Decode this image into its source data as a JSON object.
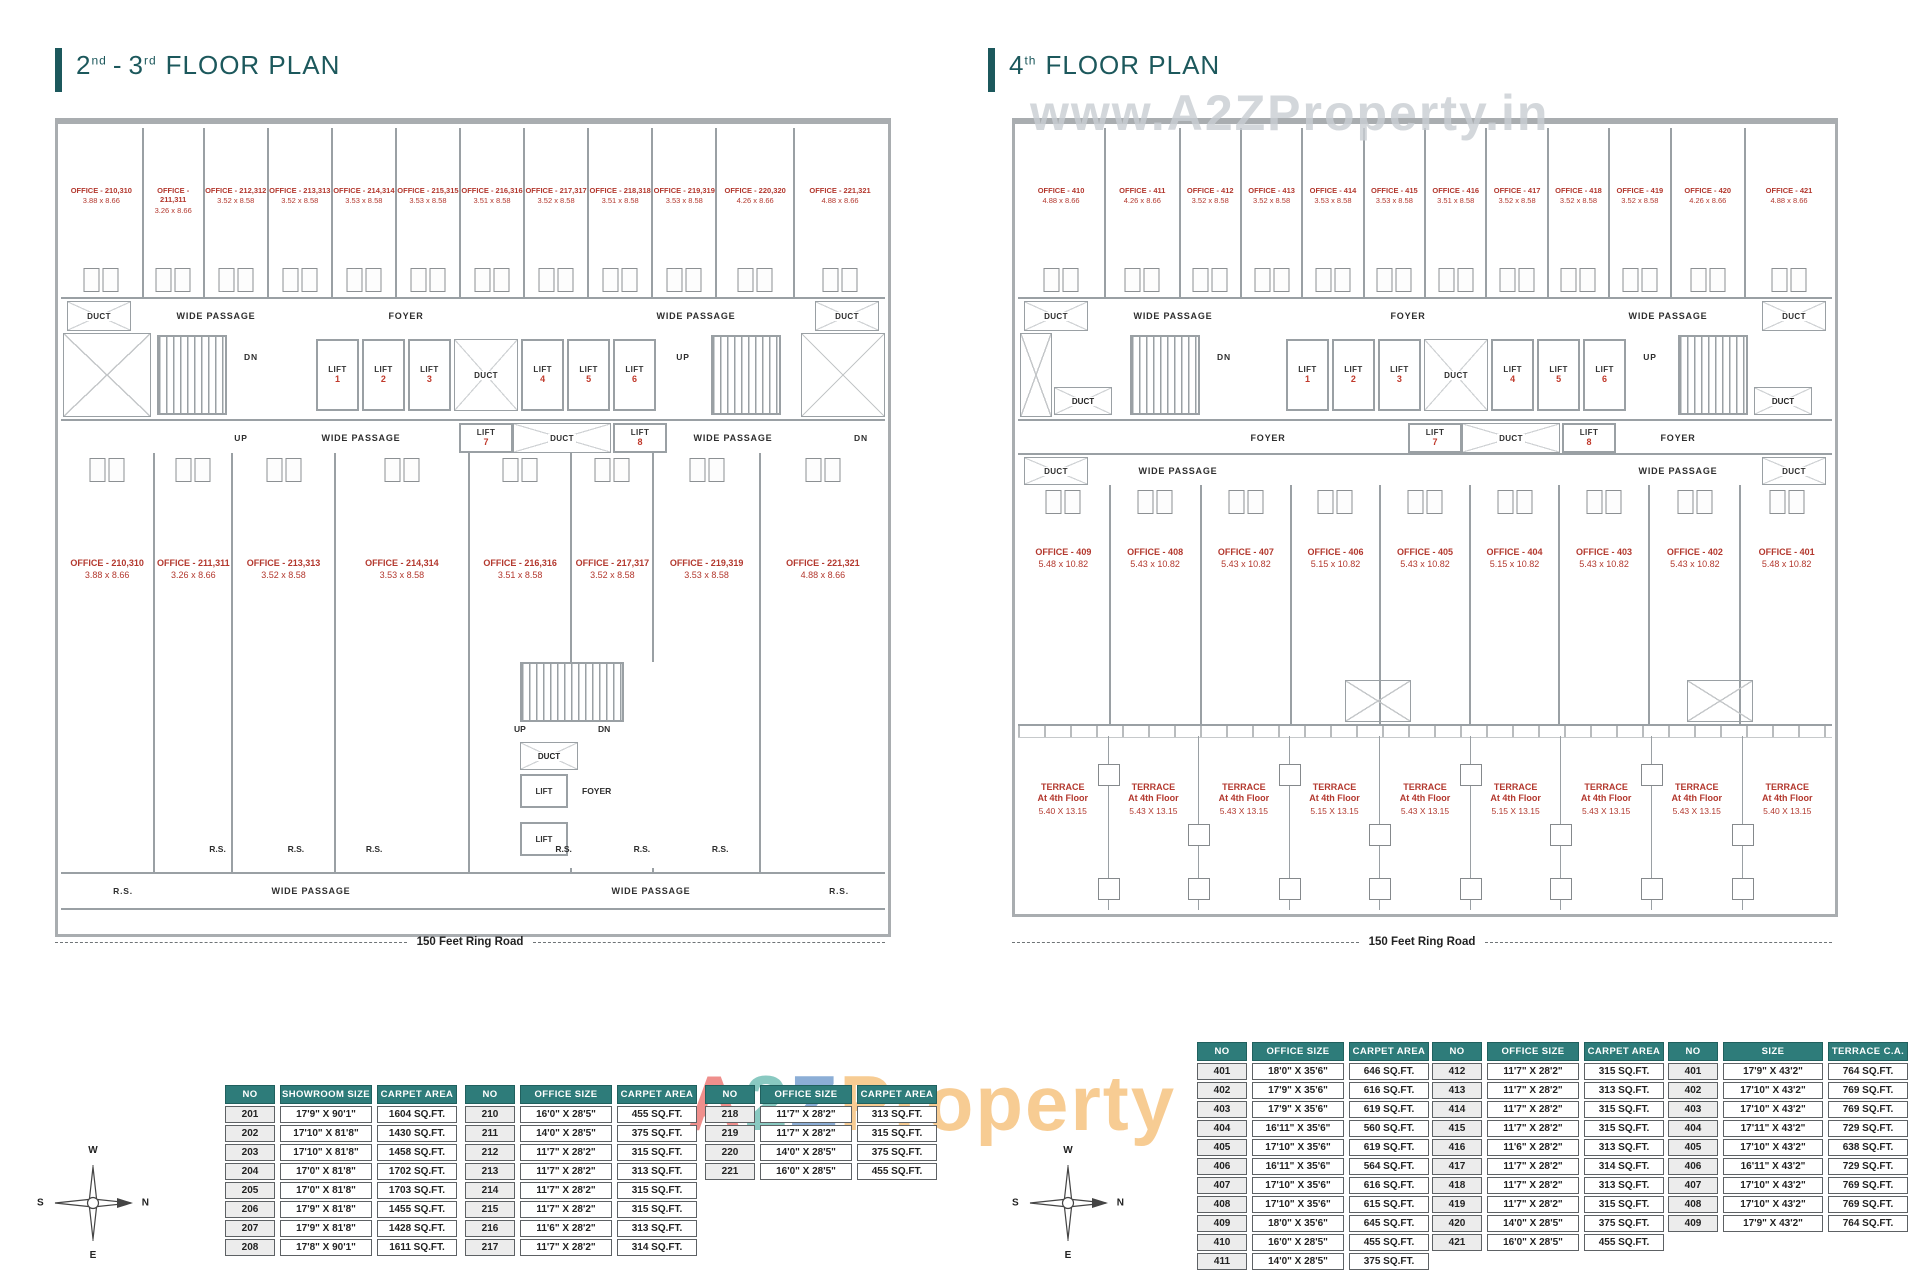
{
  "left_title": {
    "n1": "2",
    "s1": "nd",
    "dash": "-",
    "n2": "3",
    "s2": "rd",
    "rest": "FLOOR PLAN"
  },
  "right_title": {
    "n1": "4",
    "s1": "th",
    "rest": "FLOOR PLAN"
  },
  "labels": {
    "duct": "DUCT",
    "wide_passage": "WIDE PASSAGE",
    "foyer": "FOYER",
    "lift": "LIFT",
    "up": "UP",
    "dn": "DN",
    "rs": "R.S.",
    "road": "150 Feet Ring Road"
  },
  "lift_numbers": [
    "1",
    "2",
    "3",
    "4",
    "5",
    "6"
  ],
  "lift78": [
    "7",
    "8"
  ],
  "compass": {
    "n": "N",
    "s": "S",
    "e": "E",
    "w": "W"
  },
  "watermark_top": "www.A2ZProperty.in",
  "watermark_bottom": {
    "a": "A",
    "two": "2",
    "z": "Z",
    "rest": "Property"
  },
  "left_plan": {
    "top_offices": [
      {
        "name": "OFFICE - 210,310",
        "dim": "3.88 x 8.66"
      },
      {
        "name": "OFFICE - 211,311",
        "dim": "3.26 x 8.66"
      },
      {
        "name": "OFFICE - 212,312",
        "dim": "3.52 x 8.58"
      },
      {
        "name": "OFFICE - 213,313",
        "dim": "3.52 x 8.58"
      },
      {
        "name": "OFFICE - 214,314",
        "dim": "3.53 x 8.58"
      },
      {
        "name": "OFFICE - 215,315",
        "dim": "3.53 x 8.58"
      },
      {
        "name": "OFFICE - 216,316",
        "dim": "3.51 x 8.58"
      },
      {
        "name": "OFFICE - 217,317",
        "dim": "3.52 x 8.58"
      },
      {
        "name": "OFFICE - 218,318",
        "dim": "3.51 x 8.58"
      },
      {
        "name": "OFFICE - 219,319",
        "dim": "3.53 x 8.58"
      },
      {
        "name": "OFFICE - 220,320",
        "dim": "4.26 x 8.66"
      },
      {
        "name": "OFFICE - 221,321",
        "dim": "4.88 x 8.66"
      }
    ],
    "bottom_offices": [
      {
        "name": "OFFICE - 210,310",
        "dim": "3.88 x 8.66"
      },
      {
        "name": "OFFICE - 211,311",
        "dim": "3.26 x 8.66"
      },
      {
        "name": "OFFICE - 213,313",
        "dim": "3.52 x 8.58"
      },
      {
        "name": "OFFICE - 214,314",
        "dim": "3.53 x 8.58"
      },
      {
        "name": "OFFICE - 216,316",
        "dim": "3.51 x 8.58"
      },
      {
        "name": "OFFICE - 217,317",
        "dim": "3.52 x 8.58"
      },
      {
        "name": "OFFICE - 219,319",
        "dim": "3.53 x 8.58"
      },
      {
        "name": "OFFICE - 221,321",
        "dim": "4.88 x 8.66"
      }
    ]
  },
  "right_plan": {
    "top_offices": [
      {
        "name": "OFFICE - 410",
        "dim": "4.88 x 8.66"
      },
      {
        "name": "OFFICE - 411",
        "dim": "4.26 x 8.66"
      },
      {
        "name": "OFFICE - 412",
        "dim": "3.52 x 8.58"
      },
      {
        "name": "OFFICE - 413",
        "dim": "3.52 x 8.58"
      },
      {
        "name": "OFFICE - 414",
        "dim": "3.53 x 8.58"
      },
      {
        "name": "OFFICE - 415",
        "dim": "3.53 x 8.58"
      },
      {
        "name": "OFFICE - 416",
        "dim": "3.51 x 8.58"
      },
      {
        "name": "OFFICE - 417",
        "dim": "3.52 x 8.58"
      },
      {
        "name": "OFFICE - 418",
        "dim": "3.52 x 8.58"
      },
      {
        "name": "OFFICE - 419",
        "dim": "3.52 x 8.58"
      },
      {
        "name": "OFFICE - 420",
        "dim": "4.26 x 8.66"
      },
      {
        "name": "OFFICE - 421",
        "dim": "4.88 x 8.66"
      }
    ],
    "bottom_offices": [
      {
        "name": "OFFICE - 409",
        "dim": "5.48 x 10.82"
      },
      {
        "name": "OFFICE - 408",
        "dim": "5.43 x 10.82"
      },
      {
        "name": "OFFICE - 407",
        "dim": "5.43 x 10.82"
      },
      {
        "name": "OFFICE - 406",
        "dim": "5.15 x 10.82"
      },
      {
        "name": "OFFICE - 405",
        "dim": "5.43 x 10.82"
      },
      {
        "name": "OFFICE - 404",
        "dim": "5.15 x 10.82"
      },
      {
        "name": "OFFICE - 403",
        "dim": "5.43 x 10.82"
      },
      {
        "name": "OFFICE - 402",
        "dim": "5.43 x 10.82"
      },
      {
        "name": "OFFICE - 401",
        "dim": "5.48 x 10.82"
      }
    ],
    "terraces": [
      {
        "t": "TERRACE",
        "f": "At 4th Floor",
        "d": "5.40 X 13.15"
      },
      {
        "t": "TERRACE",
        "f": "At 4th Floor",
        "d": "5.43 X 13.15"
      },
      {
        "t": "TERRACE",
        "f": "At 4th Floor",
        "d": "5.43 X 13.15"
      },
      {
        "t": "TERRACE",
        "f": "At 4th Floor",
        "d": "5.15 X 13.15"
      },
      {
        "t": "TERRACE",
        "f": "At 4th Floor",
        "d": "5.43 X 13.15"
      },
      {
        "t": "TERRACE",
        "f": "At 4th Floor",
        "d": "5.15 X 13.15"
      },
      {
        "t": "TERRACE",
        "f": "At 4th Floor",
        "d": "5.43 X 13.15"
      },
      {
        "t": "TERRACE",
        "f": "At 4th Floor",
        "d": "5.43 X 13.15"
      },
      {
        "t": "TERRACE",
        "f": "At 4th Floor",
        "d": "5.40 X 13.15"
      }
    ]
  },
  "tables": [
    {
      "headers": [
        "NO",
        "SHOWROOM SIZE",
        "CARPET AREA"
      ],
      "rows": [
        [
          "201",
          "17'9\" X 90'1\"",
          "1604 SQ.FT."
        ],
        [
          "202",
          "17'10\" X 81'8\"",
          "1430 SQ.FT."
        ],
        [
          "203",
          "17'10\" X 81'8\"",
          "1458 SQ.FT."
        ],
        [
          "204",
          "17'0\" X 81'8\"",
          "1702 SQ.FT."
        ],
        [
          "205",
          "17'0\" X 81'8\"",
          "1703 SQ.FT."
        ],
        [
          "206",
          "17'9\" X 81'8\"",
          "1455 SQ.FT."
        ],
        [
          "207",
          "17'9\" X 81'8\"",
          "1428 SQ.FT."
        ],
        [
          "208",
          "17'8\" X 90'1\"",
          "1611 SQ.FT."
        ]
      ]
    },
    {
      "headers": [
        "NO",
        "OFFICE SIZE",
        "CARPET AREA"
      ],
      "rows": [
        [
          "210",
          "16'0\" X 28'5\"",
          "455 SQ.FT."
        ],
        [
          "211",
          "14'0\" X 28'5\"",
          "375 SQ.FT."
        ],
        [
          "212",
          "11'7\" X 28'2\"",
          "315 SQ.FT."
        ],
        [
          "213",
          "11'7\" X 28'2\"",
          "313 SQ.FT."
        ],
        [
          "214",
          "11'7\" X 28'2\"",
          "315 SQ.FT."
        ],
        [
          "215",
          "11'7\" X 28'2\"",
          "315 SQ.FT."
        ],
        [
          "216",
          "11'6\" X 28'2\"",
          "313 SQ.FT."
        ],
        [
          "217",
          "11'7\" X 28'2\"",
          "314 SQ.FT."
        ]
      ]
    },
    {
      "headers": [
        "NO",
        "OFFICE SIZE",
        "CARPET AREA"
      ],
      "rows": [
        [
          "218",
          "11'7\" X 28'2\"",
          "313 SQ.FT."
        ],
        [
          "219",
          "11'7\" X 28'2\"",
          "315 SQ.FT."
        ],
        [
          "220",
          "14'0\" X 28'5\"",
          "375 SQ.FT."
        ],
        [
          "221",
          "16'0\" X 28'5\"",
          "455 SQ.FT."
        ]
      ]
    },
    {
      "headers": [
        "NO",
        "OFFICE SIZE",
        "CARPET AREA"
      ],
      "rows": [
        [
          "401",
          "18'0\" X 35'6\"",
          "646 SQ.FT."
        ],
        [
          "402",
          "17'9\" X 35'6\"",
          "616 SQ.FT."
        ],
        [
          "403",
          "17'9\" X 35'6\"",
          "619 SQ.FT."
        ],
        [
          "404",
          "16'11\" X 35'6\"",
          "560 SQ.FT."
        ],
        [
          "405",
          "17'10\" X 35'6\"",
          "619 SQ.FT."
        ],
        [
          "406",
          "16'11\" X 35'6\"",
          "564 SQ.FT."
        ],
        [
          "407",
          "17'10\" X 35'6\"",
          "616 SQ.FT."
        ],
        [
          "408",
          "17'10\" X 35'6\"",
          "615 SQ.FT."
        ],
        [
          "409",
          "18'0\" X 35'6\"",
          "645 SQ.FT."
        ],
        [
          "410",
          "16'0\" X 28'5\"",
          "455 SQ.FT."
        ],
        [
          "411",
          "14'0\" X 28'5\"",
          "375 SQ.FT."
        ]
      ]
    },
    {
      "headers": [
        "NO",
        "OFFICE SIZE",
        "CARPET AREA"
      ],
      "rows": [
        [
          "412",
          "11'7\" X 28'2\"",
          "315 SQ.FT."
        ],
        [
          "413",
          "11'7\" X 28'2\"",
          "313 SQ.FT."
        ],
        [
          "414",
          "11'7\" X 28'2\"",
          "315 SQ.FT."
        ],
        [
          "415",
          "11'7\" X 28'2\"",
          "315 SQ.FT."
        ],
        [
          "416",
          "11'6\" X 28'2\"",
          "313 SQ.FT."
        ],
        [
          "417",
          "11'7\" X 28'2\"",
          "314 SQ.FT."
        ],
        [
          "418",
          "11'7\" X 28'2\"",
          "313 SQ.FT."
        ],
        [
          "419",
          "11'7\" X 28'2\"",
          "315 SQ.FT."
        ],
        [
          "420",
          "14'0\" X 28'5\"",
          "375 SQ.FT."
        ],
        [
          "421",
          "16'0\" X 28'5\"",
          "455 SQ.FT."
        ]
      ]
    },
    {
      "headers": [
        "NO",
        "SIZE",
        "TERRACE C.A."
      ],
      "rows": [
        [
          "401",
          "17'9\" X 43'2\"",
          "764 SQ.FT."
        ],
        [
          "402",
          "17'10\" X 43'2\"",
          "769 SQ.FT."
        ],
        [
          "403",
          "17'10\" X 43'2\"",
          "769 SQ.FT."
        ],
        [
          "404",
          "17'11\" X 43'2\"",
          "729 SQ.FT."
        ],
        [
          "405",
          "17'10\" X 43'2\"",
          "638 SQ.FT."
        ],
        [
          "406",
          "16'11\" X 43'2\"",
          "729 SQ.FT."
        ],
        [
          "407",
          "17'10\" X 43'2\"",
          "769 SQ.FT."
        ],
        [
          "408",
          "17'10\" X 43'2\"",
          "769 SQ.FT."
        ],
        [
          "409",
          "17'9\" X 43'2\"",
          "764 SQ.FT."
        ]
      ]
    }
  ]
}
